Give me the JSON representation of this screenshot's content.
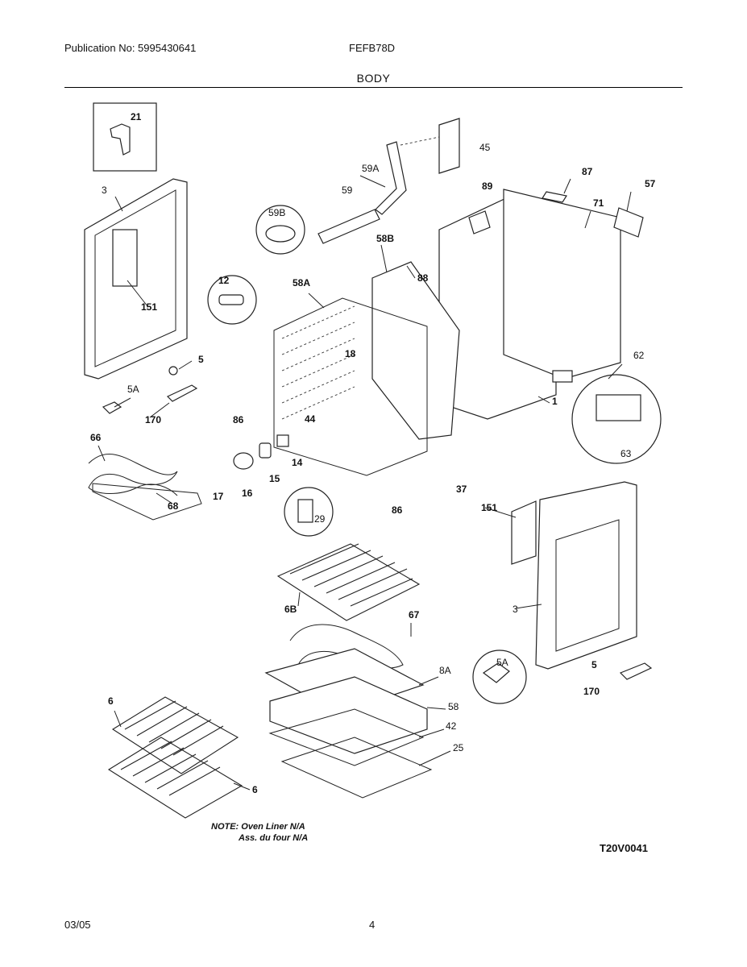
{
  "header": {
    "publication": "Publication No: 5995430641",
    "model": "FEFB78D",
    "section_title": "BODY"
  },
  "callouts": [
    "21",
    "3",
    "151",
    "5",
    "5A",
    "170",
    "66",
    "68",
    "59B",
    "12",
    "59A",
    "59",
    "45",
    "89",
    "87",
    "57",
    "71",
    "58B",
    "88",
    "58A",
    "18",
    "86",
    "44",
    "14",
    "15",
    "16",
    "17",
    "62",
    "63",
    "1",
    "37",
    "29",
    "151",
    "3",
    "6B",
    "67",
    "8A",
    "5",
    "5A",
    "170",
    "58",
    "42",
    "25",
    "6",
    "6",
    "86"
  ],
  "note": {
    "line1": "NOTE: Oven Liner N/A",
    "line2": "Ass. du four N/A"
  },
  "diagram_code": "T20V0041",
  "footer": {
    "date": "03/05",
    "page": "4"
  }
}
